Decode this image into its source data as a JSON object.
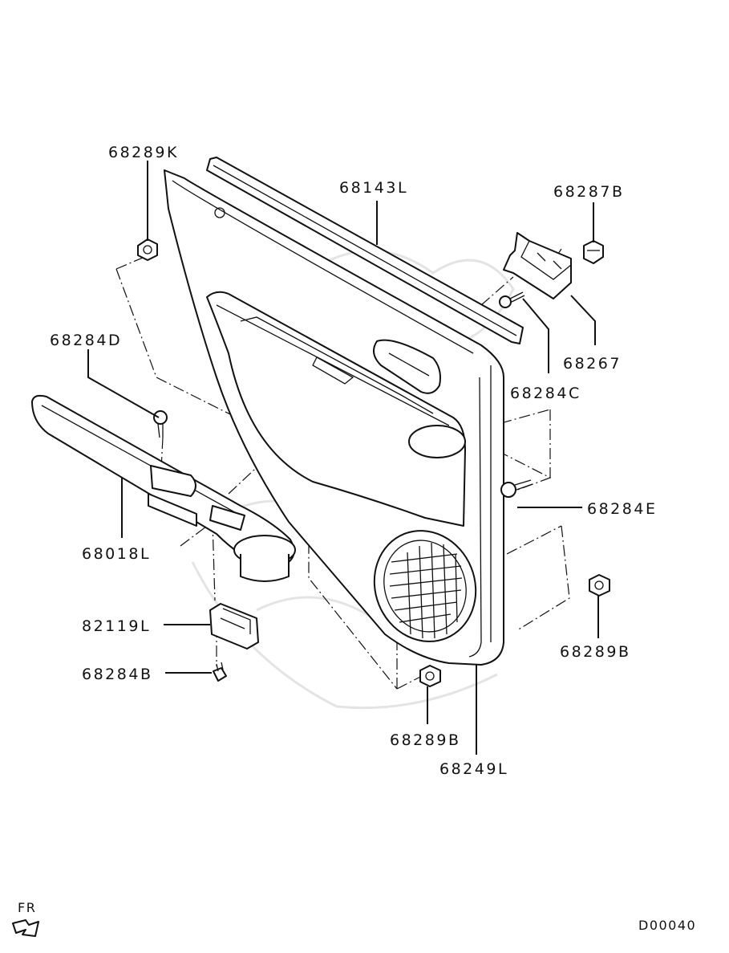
{
  "diagram": {
    "parts": [
      {
        "key": "p1",
        "label": "68289K"
      },
      {
        "key": "p2",
        "label": "68143L"
      },
      {
        "key": "p3",
        "label": "68287B"
      },
      {
        "key": "p4",
        "label": "68284D"
      },
      {
        "key": "p5",
        "label": "68267"
      },
      {
        "key": "p6",
        "label": "68284C"
      },
      {
        "key": "p7",
        "label": "68284E"
      },
      {
        "key": "p8",
        "label": "68018L"
      },
      {
        "key": "p9",
        "label": "82119L"
      },
      {
        "key": "p10",
        "label": "68289B"
      },
      {
        "key": "p11",
        "label": "68284B"
      },
      {
        "key": "p12",
        "label": "68289B"
      },
      {
        "key": "p13",
        "label": "68249L"
      }
    ],
    "direction_label": "FR",
    "diagram_code": "D00040"
  }
}
